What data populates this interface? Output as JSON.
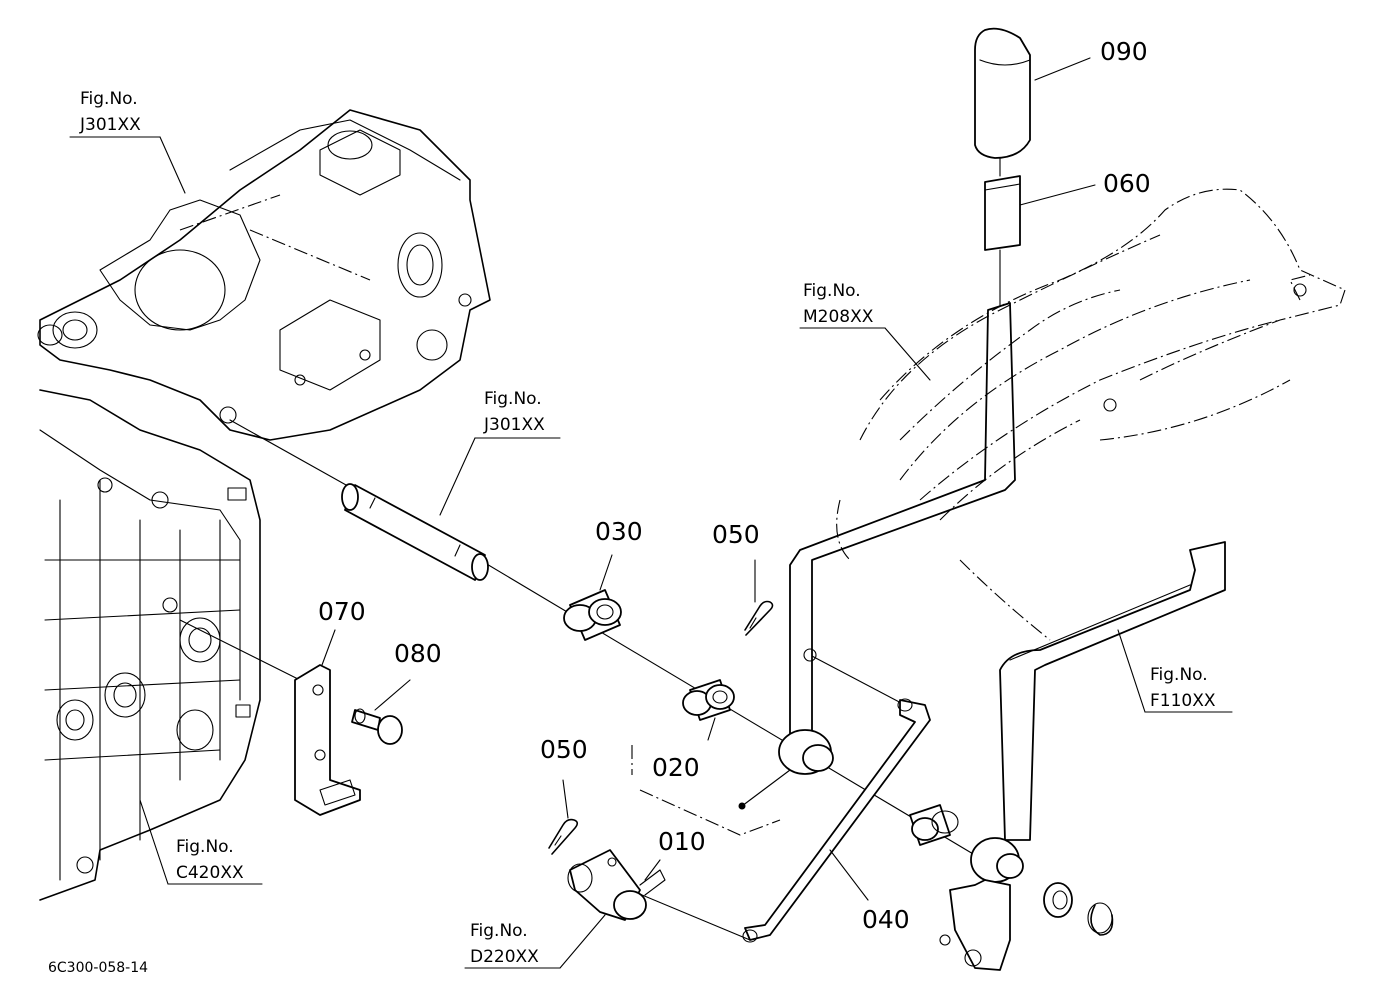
{
  "figure_code": "6C300-058-14",
  "parts": [
    {
      "id": "p090",
      "number": "090"
    },
    {
      "id": "p060",
      "number": "060"
    },
    {
      "id": "p030",
      "number": "030"
    },
    {
      "id": "p050a",
      "number": "050"
    },
    {
      "id": "p070",
      "number": "070"
    },
    {
      "id": "p080",
      "number": "080"
    },
    {
      "id": "p020",
      "number": "020"
    },
    {
      "id": "p050b",
      "number": "050"
    },
    {
      "id": "p010",
      "number": "010"
    },
    {
      "id": "p040",
      "number": "040"
    }
  ],
  "references": [
    {
      "id": "ref-j301-top",
      "title": "Fig.No.",
      "code": "J301XX"
    },
    {
      "id": "ref-j301-mid",
      "title": "Fig.No.",
      "code": "J301XX"
    },
    {
      "id": "ref-m208",
      "title": "Fig.No.",
      "code": "M208XX"
    },
    {
      "id": "ref-f110",
      "title": "Fig.No.",
      "code": "F110XX"
    },
    {
      "id": "ref-c420",
      "title": "Fig.No.",
      "code": "C420XX"
    },
    {
      "id": "ref-d220",
      "title": "Fig.No.",
      "code": "D220XX"
    }
  ]
}
